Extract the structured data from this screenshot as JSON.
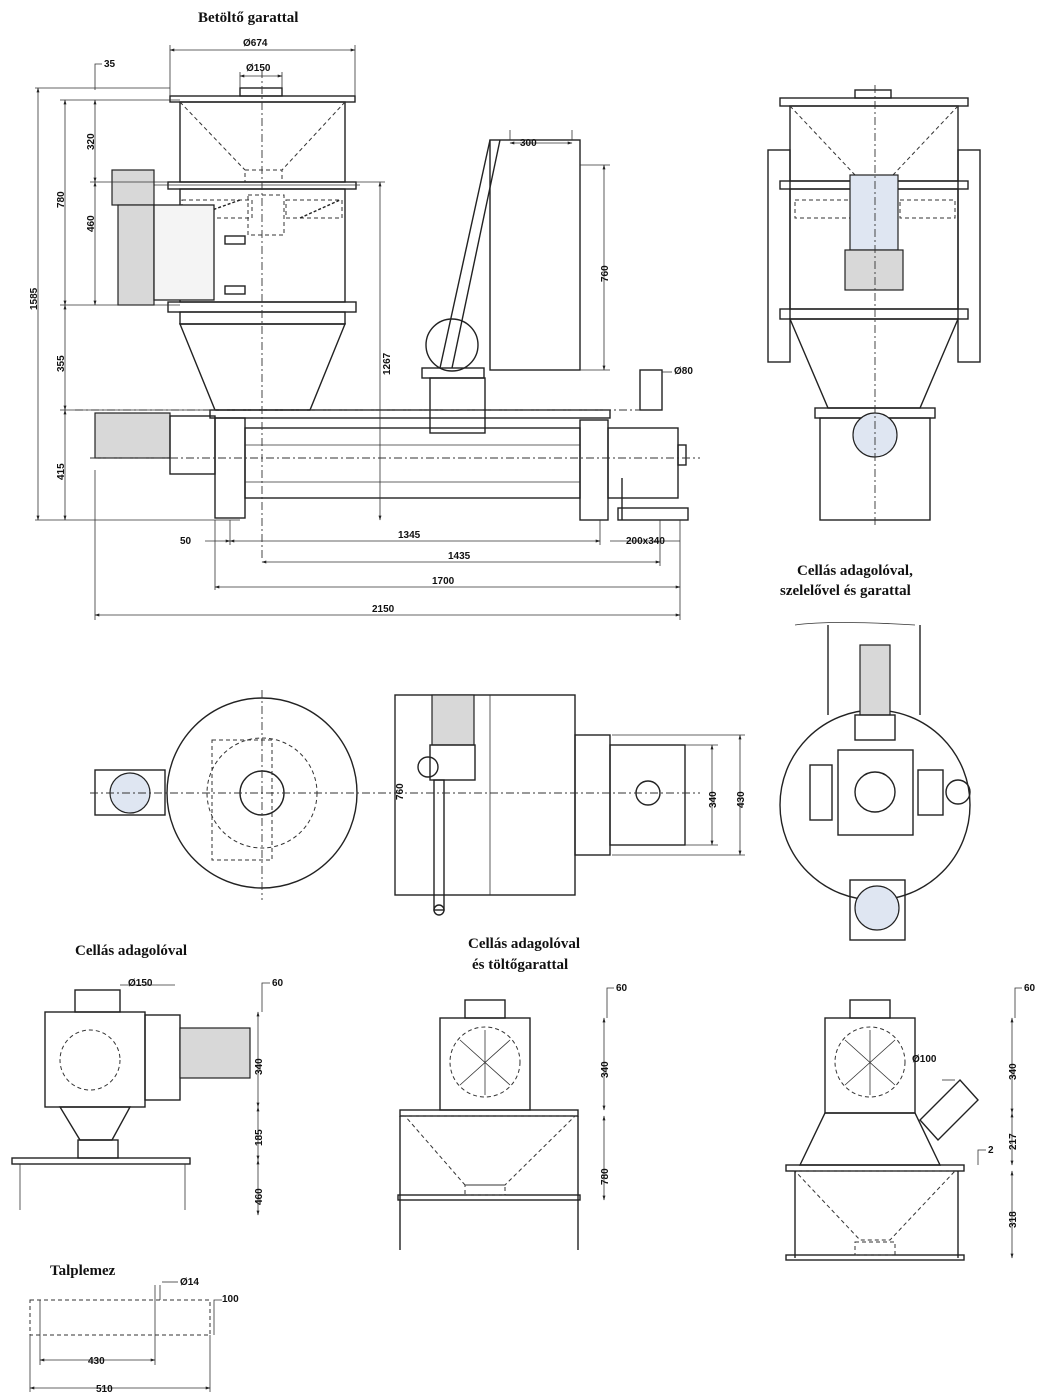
{
  "titles": {
    "main": "Betöltő garattal",
    "airlock_fan": "Cellás adagolóval,",
    "airlock_fan_2": "szelelővel és garattal",
    "airlock": "Cellás adagolóval",
    "airlock_hopper": "Cellás adagolóval",
    "airlock_hopper_2": "és töltőgarattal",
    "baseplate": "Talplemez"
  },
  "dims": {
    "d674": "Ø674",
    "d150": "Ø150",
    "d35": "35",
    "d320": "320",
    "d780": "780",
    "d460": "460",
    "d1585": "1585",
    "d355": "355",
    "d1267": "1267",
    "d415": "415",
    "d300": "300",
    "d760": "760",
    "d80": "Ø80",
    "d50": "50",
    "d1345": "1345",
    "d1435": "1435",
    "d1700": "1700",
    "d2150": "2150",
    "d200x340": "200x340",
    "d760b": "760",
    "d340": "340",
    "d430": "430",
    "a_d150": "Ø150",
    "a_60": "60",
    "a_340": "340",
    "a_185": "185",
    "a_460": "460",
    "h_60": "60",
    "h_340": "340",
    "h_780": "780",
    "f_60": "60",
    "f_d100": "Ø100",
    "f_340": "340",
    "f_2": "2",
    "f_217": "217",
    "f_318": "318",
    "t_d14": "Ø14",
    "t_100": "100",
    "t_430": "430",
    "t_510": "510"
  }
}
